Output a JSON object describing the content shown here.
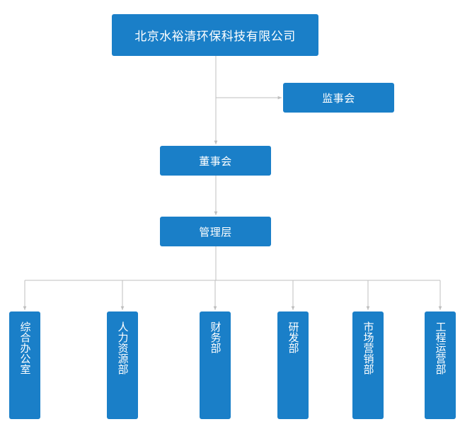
{
  "nodes": {
    "company": "北京水裕清环保科技有限公司",
    "supervisors": "监事会",
    "board": "董事会",
    "management": "管理层"
  },
  "departments": [
    "综合办公室",
    "人力资源部",
    "财务部",
    "研发部",
    "市场营销部",
    "工程运营部"
  ],
  "colors": {
    "box": "#1a7fc8",
    "text": "#ffffff",
    "line": "#bfbfbf"
  }
}
